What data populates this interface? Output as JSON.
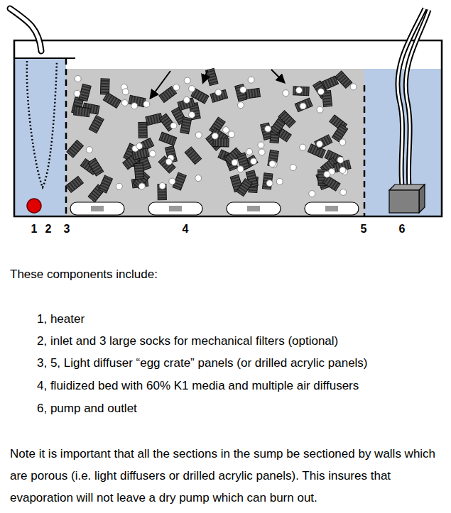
{
  "diagram": {
    "labels": [
      "1",
      "2",
      "3",
      "4",
      "5",
      "6",
      "These components include:",
      "1, heater",
      "2, inlet and 3 large socks for mechanical filters (optional)",
      "3, 5, Light diffuser “egg crate” panels (or drilled acrylic panels)",
      "4, fluidized bed with 60% K1 media and multiple air diffusers",
      "6, pump and outlet",
      "Note it is important that all the sections in the sump be sectioned by walls which are porous (i.e. light diffusers or drilled acrylic panels). This insures that evaporation will not leave a dry pump which can burn out."
    ]
  }
}
